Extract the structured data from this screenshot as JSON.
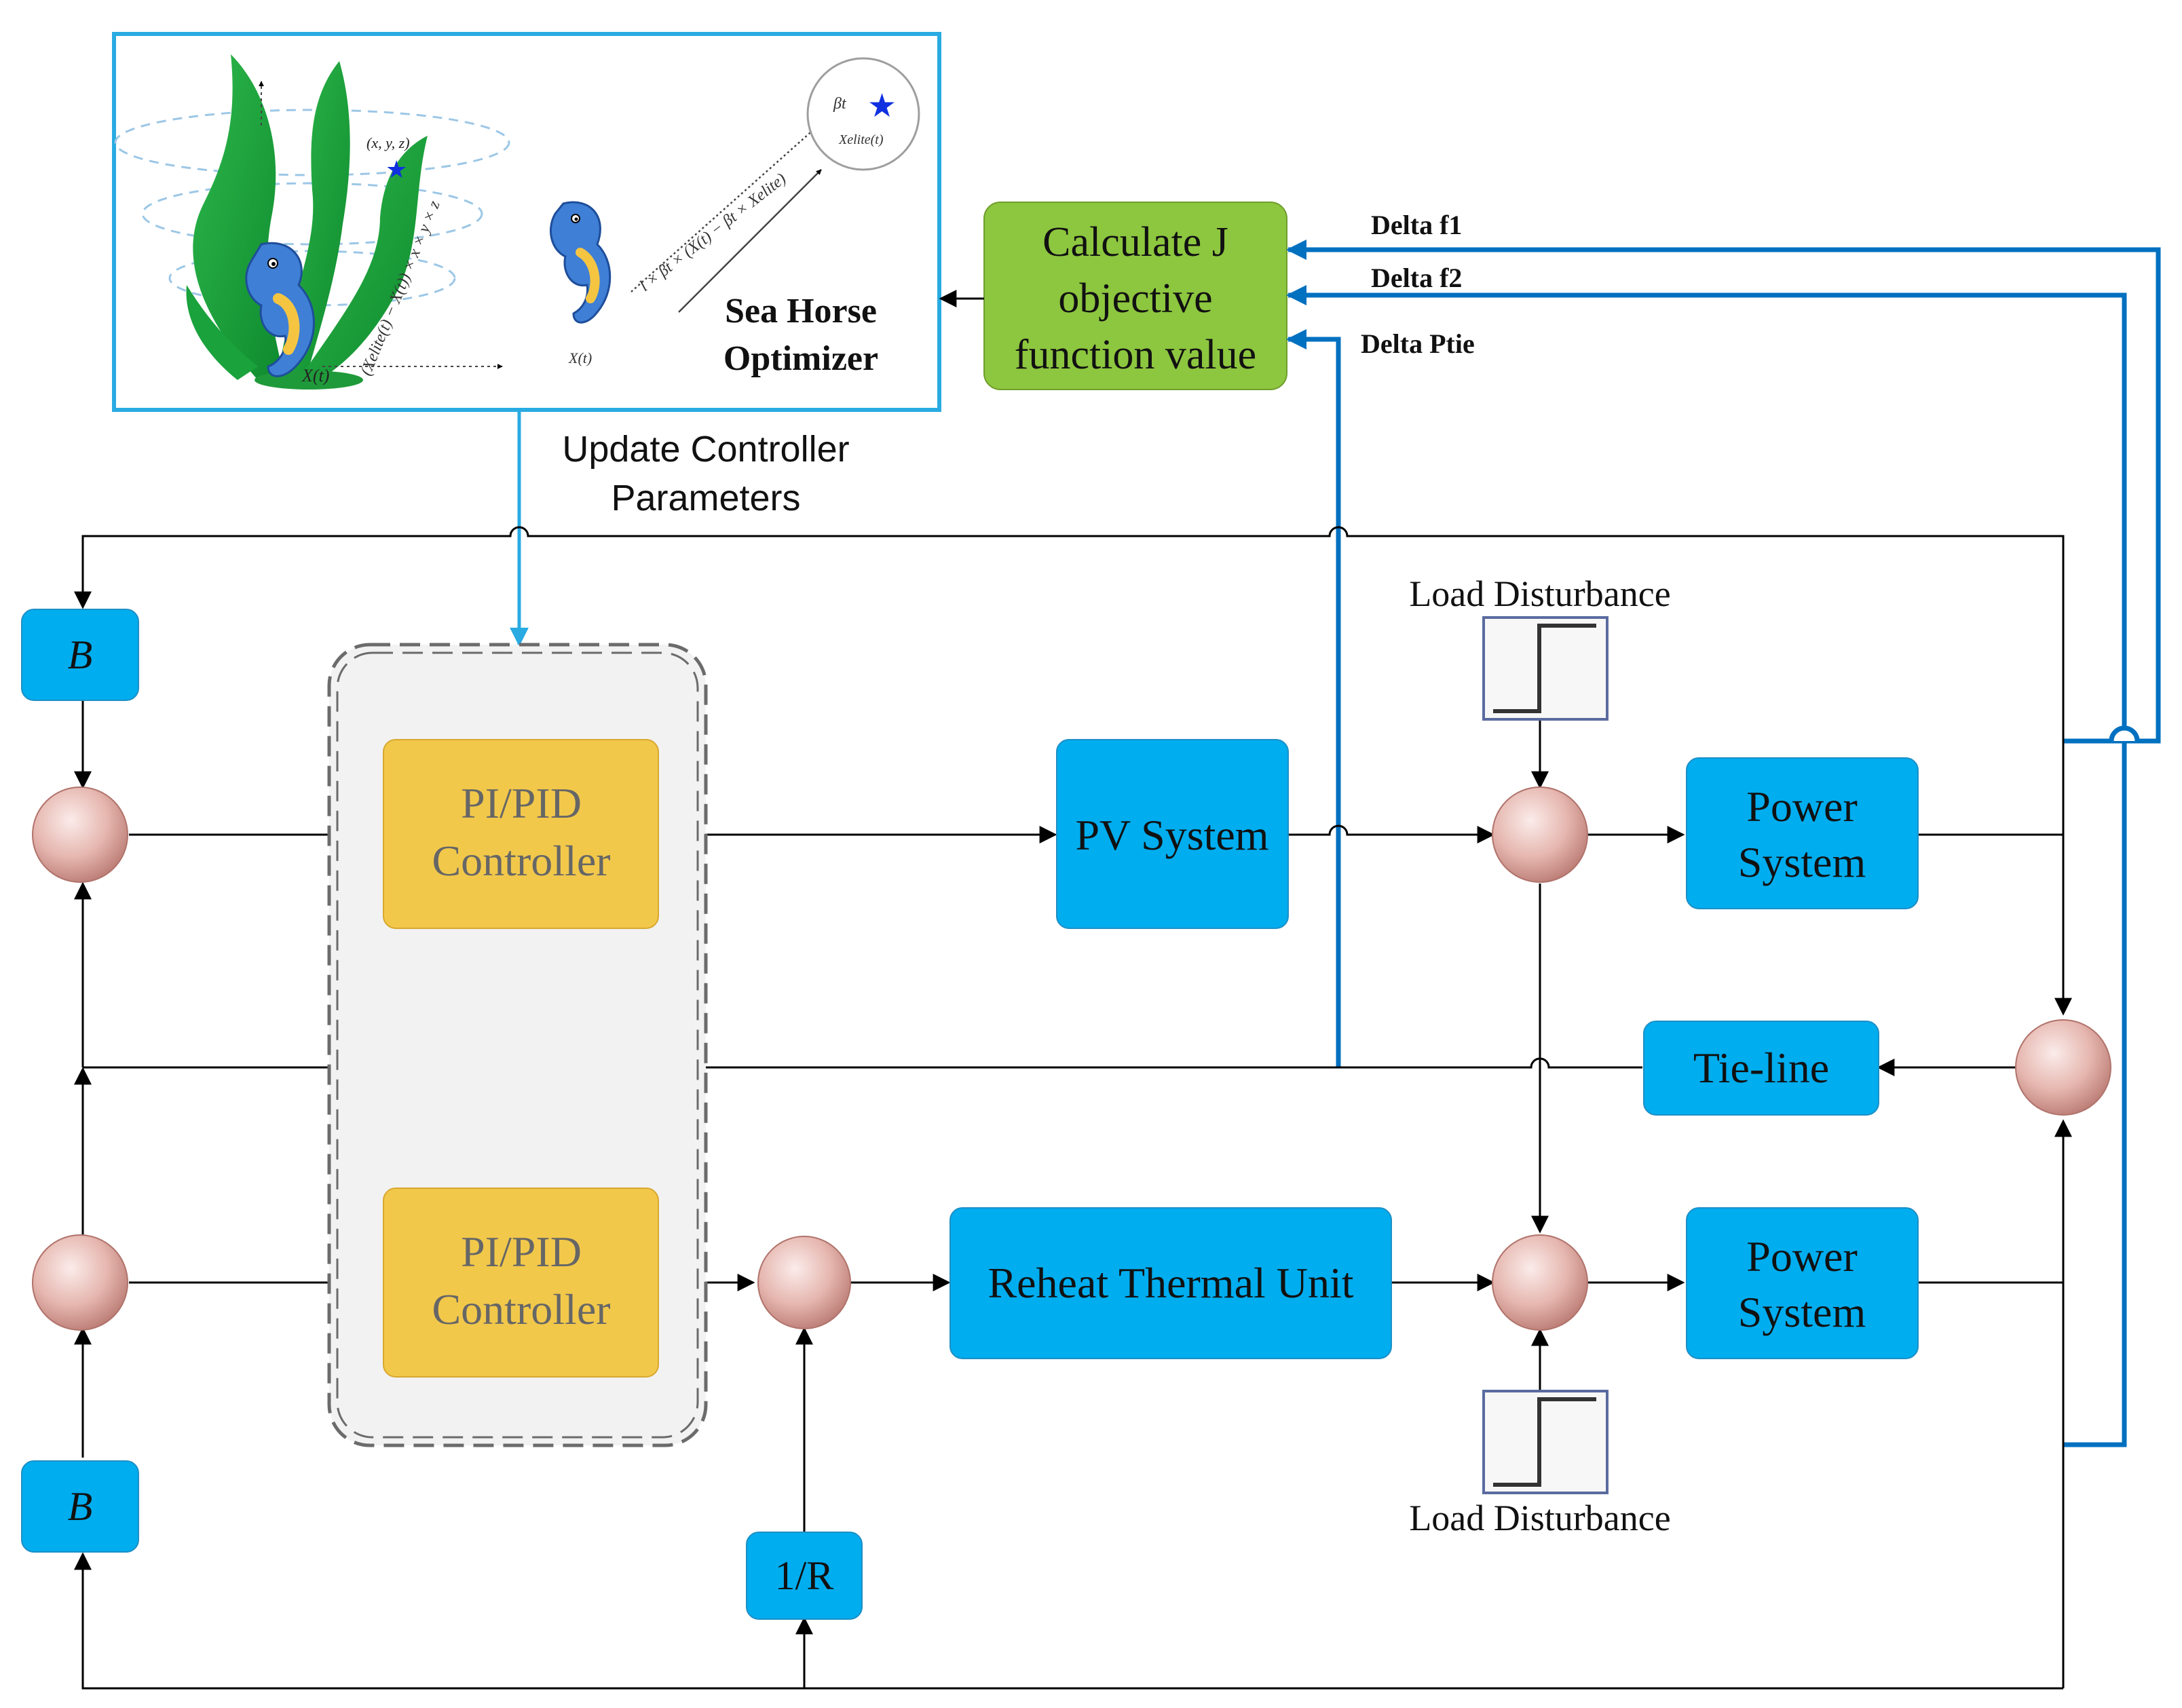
{
  "optimizer": {
    "title_line1": "Sea Horse",
    "title_line2": "Optimizer",
    "label_xt_main": "X(t)",
    "label_xt_small": "X(t)",
    "label_xyz": "(x, y, z)",
    "label_beta": "βt",
    "label_xelite": "Xelite(t)",
    "formula_left": "(Xelite(t) − X(t)) × x × y × z",
    "formula_right": "l × βt × (X(t) − βt × Xelite)"
  },
  "calc_block": {
    "line1": "Calculate J",
    "line2": "objective",
    "line3": "function value"
  },
  "signals": {
    "delta_f1": "Delta f1",
    "delta_f2": "Delta f2",
    "delta_ptie": "Delta Ptie"
  },
  "update_label": {
    "line1": "Update Controller",
    "line2": "Parameters"
  },
  "blocks": {
    "b_top": "B",
    "b_bottom": "B",
    "controller1_line1": "PI/PID",
    "controller1_line2": "Controller",
    "controller2_line1": "PI/PID",
    "controller2_line2": "Controller",
    "pv_system": "PV System",
    "power1_line1": "Power",
    "power1_line2": "System",
    "power2_line1": "Power",
    "power2_line2": "System",
    "tieline": "Tie-line",
    "reheat": "Reheat Thermal Unit",
    "one_over_r": "1/R"
  },
  "disturbance": {
    "top_label": "Load Disturbance",
    "bottom_label": "Load Disturbance"
  },
  "colors": {
    "block_blue": "#00ADEF",
    "controller_yellow": "#F2C84B",
    "calc_green": "#8DC63F",
    "feedback_blue": "#0070C0",
    "optimizer_border": "#29ABE2"
  }
}
